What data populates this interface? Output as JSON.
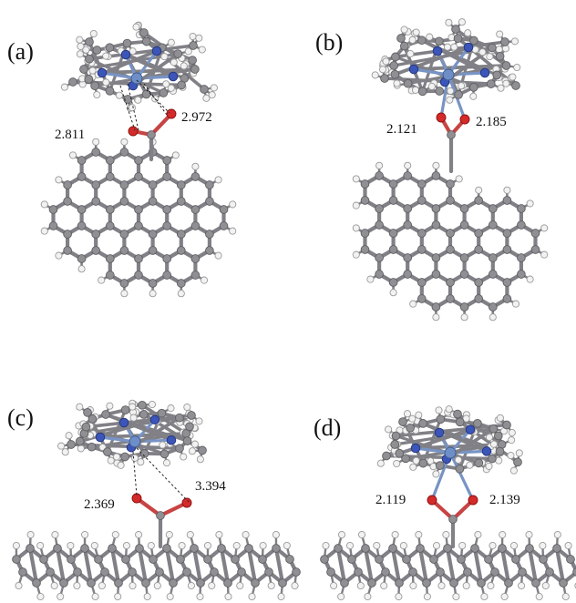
{
  "figure": {
    "colors": {
      "carbon": "#8f8f94",
      "carbon_dark": "#5e5e63",
      "hydrogen": "#f2f2f2",
      "hydrogen_edge": "#9a9a9a",
      "nitrogen": "#3b55b8",
      "oxygen": "#d42a2a",
      "metal": "#6d8ec7",
      "bond": "#808086"
    },
    "panels": [
      {
        "label": "(a)",
        "distances": [
          "2.811",
          "2.972"
        ]
      },
      {
        "label": "(b)",
        "distances": [
          "2.121",
          "2.185"
        ]
      },
      {
        "label": "(c)",
        "distances": [
          "2.369",
          "3.394"
        ]
      },
      {
        "label": "(d)",
        "distances": [
          "2.119",
          "2.139"
        ]
      }
    ]
  }
}
